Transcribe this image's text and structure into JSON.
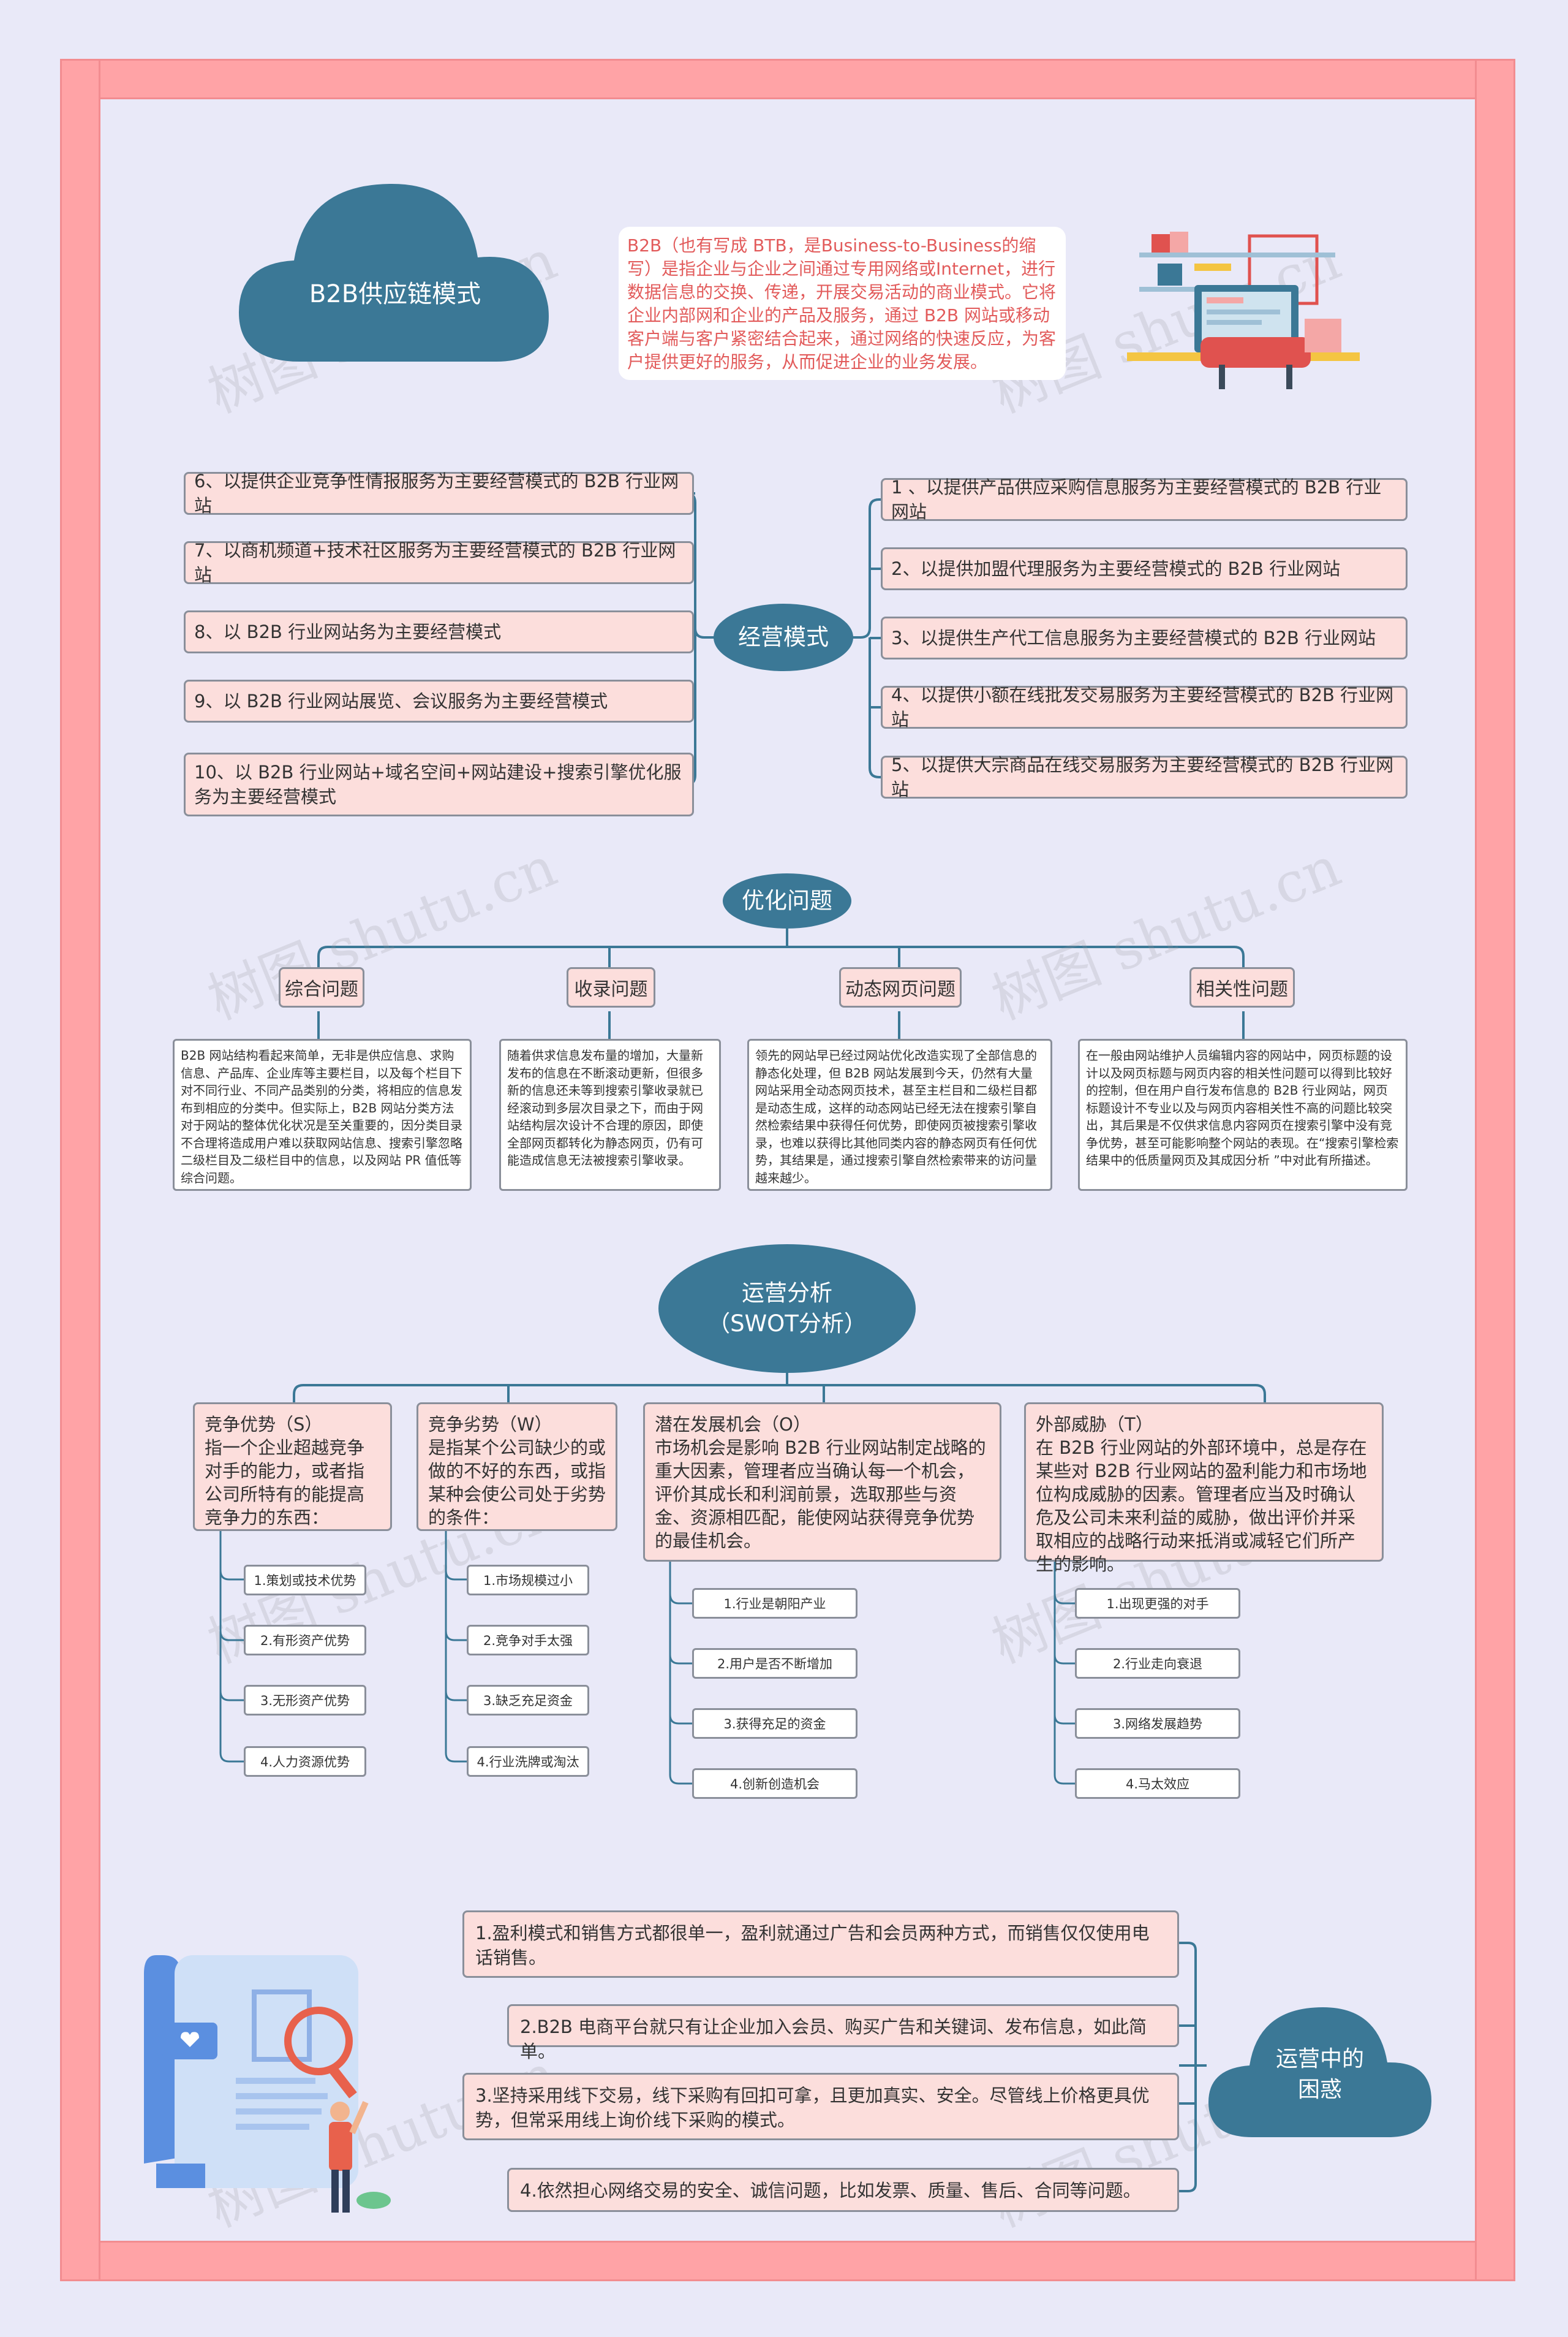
{
  "title": "B2B供应链模式",
  "intro": "B2B（也有写成 BTB，是Business-to-Business的缩写）是指企业与企业之间通过专用网络或Internet，进行数据信息的交换、传递，开展交易活动的商业模式。它将企业内部网和企业的产品及服务，通过 B2B 网站或移动客户端与客户紧密结合起来，通过网络的快速反应，为客户提供更好的服务，从而促进企业的业务发展。",
  "watermark": "树图 shutu.cn",
  "business": {
    "hub": "经营模式",
    "left": [
      "6、以提供企业竞争性情报服务为主要经营模式的 B2B 行业网站",
      "7、以商机频道+技术社区服务为主要经营模式的 B2B 行业网站",
      "8、以 B2B 行业网站务为主要经营模式",
      "9、以 B2B 行业网站展览、会议服务为主要经营模式",
      "10、以 B2B 行业网站+域名空间+网站建设+搜索引擎优化服务为主要经营模式"
    ],
    "right": [
      "1 、以提供产品供应采购信息服务为主要经营模式的 B2B 行业网站",
      "2、以提供加盟代理服务为主要经营模式的 B2B 行业网站",
      "3、以提供生产代工信息服务为主要经营模式的 B2B 行业网站",
      "4、以提供小额在线批发交易服务为主要经营模式的 B2B 行业网站",
      "5、以提供大宗商品在线交易服务为主要经营模式的 B2B 行业网站"
    ]
  },
  "optimization": {
    "hub": "优化问题",
    "categories": [
      {
        "label": "综合问题",
        "text": "B2B 网站结构看起来简单，无非是供应信息、求购信息、产品库、企业库等主要栏目，以及每个栏目下对不同行业、不同产品类别的分类，将相应的信息发布到相应的分类中。但实际上，B2B 网站分类方法对于网站的整体优化状况是至关重要的，因分类目录不合理将造成用户难以获取网站信息、搜索引擎忽略二级栏目及二级栏目中的信息，以及网站 PR 值低等综合问题。"
      },
      {
        "label": "收录问题",
        "text": "随着供求信息发布量的增加，大量新发布的信息在不断滚动更新，但很多新的信息还未等到搜索引擎收录就已经滚动到多层次目录之下，而由于网站结构层次设计不合理的原因，即使全部网页都转化为静态网页，仍有可能造成信息无法被搜索引擎收录。"
      },
      {
        "label": "动态网页问题",
        "text": "领先的网站早已经过网站优化改造实现了全部信息的静态化处理，但 B2B 网站发展到今天，仍然有大量网站采用全动态网页技术，甚至主栏目和二级栏目都是动态生成，这样的动态网站已经无法在搜索引擎自然检索结果中获得任何优势，即使网页被搜索引擎收录，也难以获得比其他同类内容的静态网页有任何优势，其结果是，通过搜索引擎自然检索带来的访问量越来越少。"
      },
      {
        "label": "相关性问题",
        "text": "在一般由网站维护人员编辑内容的网站中，网页标题的设计以及网页标题与网页内容的相关性问题可以得到比较好的控制，但在用户自行发布信息的 B2B 行业网站，网页标题设计不专业以及与网页内容相关性不高的问题比较突出，其后果是不仅供求信息内容网页在搜索引擎中没有竞争优势，甚至可能影响整个网站的表现。在“搜索引擎检索结果中的低质量网页及其成因分析 ”中对此有所描述。"
      }
    ]
  },
  "swot": {
    "hub_line1": "运营分析",
    "hub_line2": "（SWOT分析）",
    "columns": [
      {
        "text": "竞争优势（S）\n指一个企业超越竞争对手的能力，或者指公司所特有的能提高竞争力的东西：",
        "items": [
          "1.策划或技术优势",
          "2.有形资产优势",
          "3.无形资产优势",
          "4.人力资源优势"
        ]
      },
      {
        "text": "竞争劣势（W）\n是指某个公司缺少的或做的不好的东西，或指某种会使公司处于劣势的条件：",
        "items": [
          "1.市场规模过小",
          "2.竞争对手太强",
          "3.缺乏充足资金",
          "4.行业洗牌或淘汰"
        ]
      },
      {
        "text": "潜在发展机会（O）\n市场机会是影响 B2B 行业网站制定战略的重大因素，管理者应当确认每一个机会，评价其成长和利润前景，选取那些与资金、资源相匹配，能使网站获得竞争优势的最佳机会。",
        "items": [
          "1.行业是朝阳产业",
          "2.用户是否不断增加",
          "3.获得充足的资金",
          "4.创新创造机会"
        ]
      },
      {
        "text": "外部威胁（T）\n在 B2B 行业网站的外部环境中，总是存在某些对 B2B 行业网站的盈利能力和市场地位构成威胁的因素。管理者应当及时确认危及公司未来利益的威胁，做出评价并采取相应的战略行动来抵消或减轻它们所产生的影响。",
        "items": [
          "1.出现更强的对手",
          "2.行业走向衰退",
          "3.网络发展趋势",
          "4.马太效应"
        ]
      }
    ]
  },
  "troubles": {
    "hub_line1": "运营中的",
    "hub_line2": "困惑",
    "items": [
      "1.盈利模式和销售方式都很单一，盈利就通过广告和会员两种方式，而销售仅仅使用电话销售。",
      "2.B2B 电商平台就只有让企业加入会员、购买广告和关键词、发布信息，如此简单。",
      "3.坚持采用线下交易，线下采购有回扣可拿，且更加真实、安全。尽管线上价格更具优势，但常采用线上询价线下采购的模式。",
      "4.依然担心网络交易的安全、诚信问题，比如发票、质量、售后、合同等问题。"
    ]
  },
  "colors": {
    "frame": "#ffa3a6",
    "hub": "#3b7896",
    "box": "#fcdedc",
    "line": "#3b7896",
    "bg": "#e9e9f8"
  }
}
